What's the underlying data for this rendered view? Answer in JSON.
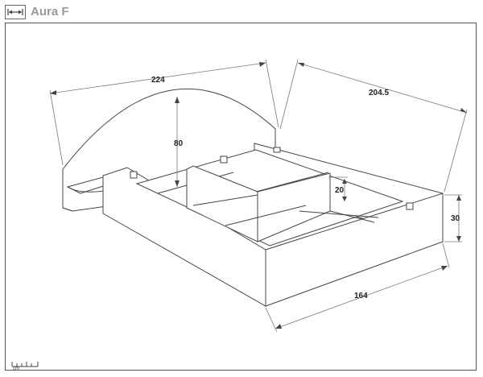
{
  "header": {
    "title": "Aura F",
    "icon": "width-arrows-icon"
  },
  "dimensions": {
    "headboard_width": "224",
    "headboard_height": "80",
    "length": "204.5",
    "frame_width": "164",
    "frame_height": "30",
    "slat_depth": "20"
  },
  "scale": {
    "unit": "cm"
  }
}
